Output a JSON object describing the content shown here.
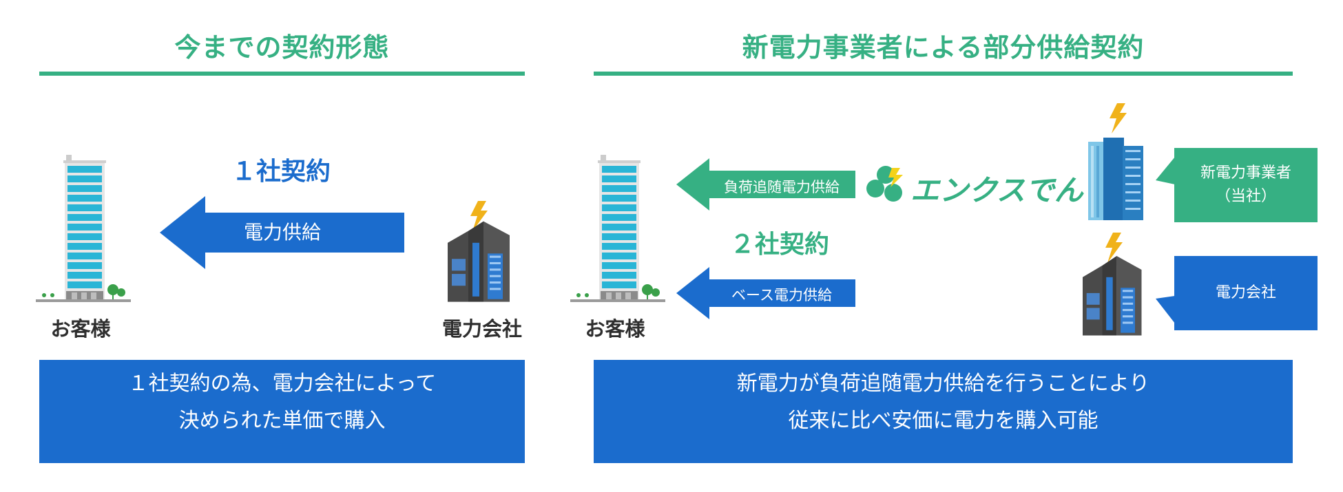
{
  "left_panel": {
    "title": "今までの契約形態",
    "contract_label": "１社契約",
    "arrow_label": "電力供給",
    "customer_label": "お客様",
    "utility_label": "電力会社",
    "footer_lines": [
      "１社契約の為、電力会社によって",
      "決められた単価で購入"
    ]
  },
  "right_panel": {
    "title": "新電力事業者による部分供給契約",
    "contract_label": "２社契約",
    "arrow_top_label": "負荷追随電力供給",
    "arrow_bottom_label": "ベース電力供給",
    "customer_label": "お客様",
    "logo_text": "エンクスでんき",
    "callout_new_power": [
      "新電力事業者",
      "（当社）"
    ],
    "callout_utility": "電力会社",
    "footer_lines": [
      "新電力が負荷追随電力供給を行うことにより",
      "従来に比べ安価に電力を購入可能"
    ]
  },
  "colors": {
    "green": "#36b083",
    "blue": "#1b6ccd",
    "text_dark": "#2e2e2e",
    "lightning": "#f0b21a"
  }
}
